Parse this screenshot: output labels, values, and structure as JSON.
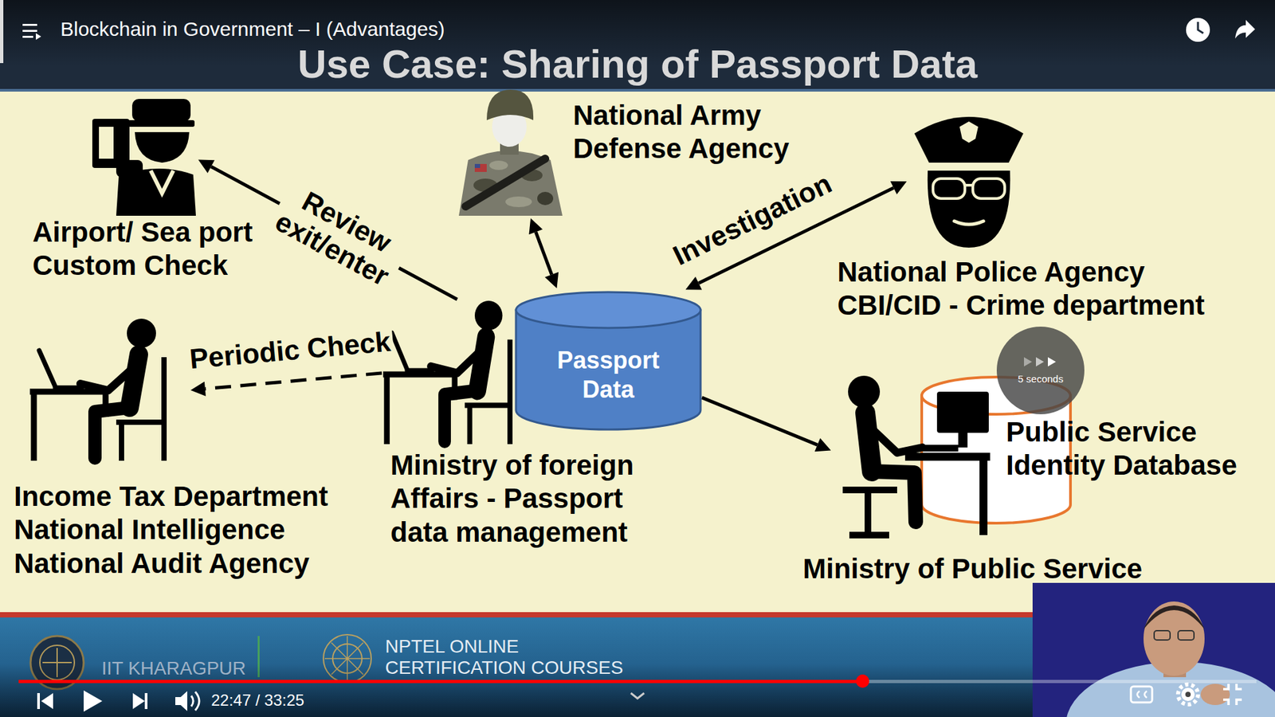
{
  "diagram": {
    "title": "Use Case: Sharing of Passport Data",
    "nodes": [
      {
        "text": [
          "Airport/ Sea port Custom Check"
        ]
      },
      {
        "text": [
          "National Army Defense Agency"
        ]
      },
      {
        "text": [
          "National Police Agency CBI/CID - Crime department"
        ]
      },
      {
        "text": [
          "Passport Data"
        ]
      },
      {
        "text": [
          "Income Tax Department National Intelligence National Audit Agency"
        ]
      },
      {
        "text": [
          "Ministry of foreign Affairs - Passport data management"
        ]
      },
      {
        "text": [
          "Public Service Identity Database"
        ]
      },
      {
        "text": [
          "Ministry of Public Service"
        ]
      }
    ],
    "edges": [
      {
        "from": 5,
        "to": 0,
        "label": "Review exit/enter",
        "arrow": "to"
      },
      {
        "from": 1,
        "to": 3,
        "arrow": "both"
      },
      {
        "from": 3,
        "to": 2,
        "label": "Investigation",
        "arrow": "both"
      },
      {
        "from": 5,
        "to": 4,
        "label": "Periodic Check",
        "arrow": "to"
      },
      {
        "from": 3,
        "to": 7,
        "arrow": "to"
      }
    ],
    "labels": [
      "Blockchain in Government – I (Advantages)",
      "5 seconds",
      "IIT KHARAGPUR",
      "NPTEL ONLINE CERTIFICATION COURSES",
      "22:47 / 33:25"
    ]
  }
}
